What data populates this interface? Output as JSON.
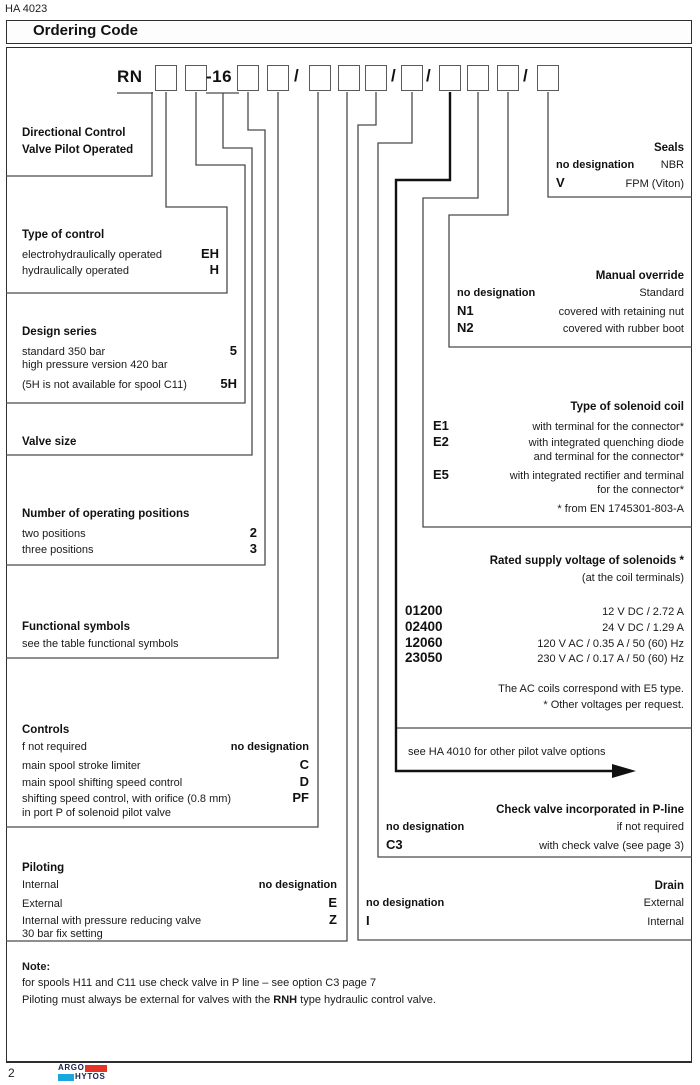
{
  "page": {
    "doc_number": "HA 4023",
    "title": "Ordering Code",
    "page_number": "2",
    "brand": {
      "line1": "ARGO",
      "line2": "HYTOS",
      "red": "#e63329",
      "cyan": "#1aa7e0",
      "text_color": "#16214d"
    }
  },
  "code": {
    "prefix": "RN",
    "size": "-16",
    "sep": "/"
  },
  "left_sections": [
    {
      "title_line1": "Directional Control",
      "title_line2": "Valve Pilot Operated"
    },
    {
      "title": "Type of control",
      "rows": [
        {
          "label": "electrohydraulically operated",
          "code": "EH"
        },
        {
          "label": "hydraulically operated",
          "code": "H"
        }
      ]
    },
    {
      "title": "Design series",
      "rows": [
        {
          "label": "standard 350 bar",
          "code": "5"
        },
        {
          "label": "high pressure version 420 bar",
          "code": ""
        },
        {
          "label": "(5H is not available for spool C11)",
          "code": "5H"
        }
      ]
    },
    {
      "title": "Valve size"
    },
    {
      "title": "Number of operating positions",
      "rows": [
        {
          "label": "two positions",
          "code": "2"
        },
        {
          "label": "three positions",
          "code": "3"
        }
      ]
    },
    {
      "title": "Functional symbols",
      "rows": [
        {
          "label": "see the table functional symbols",
          "code": ""
        }
      ]
    },
    {
      "title": "Controls",
      "rows": [
        {
          "label": "f not required",
          "code": "no designation"
        },
        {
          "label": "main spool stroke limiter",
          "code": "C"
        },
        {
          "label": "main spool shifting speed control",
          "code": "D"
        },
        {
          "label": "shifting speed control, with orifice (0.8 mm)",
          "code": "PF"
        },
        {
          "label": "in port P of solenoid pilot valve",
          "code": ""
        }
      ]
    },
    {
      "title": "Piloting",
      "rows": [
        {
          "label": "Internal",
          "code": "no designation"
        },
        {
          "label": "External",
          "code": "E"
        },
        {
          "label": "Internal with pressure reducing valve",
          "code": "Z"
        },
        {
          "label": "30 bar fix setting",
          "code": ""
        }
      ]
    }
  ],
  "right_sections": [
    {
      "title": "Seals",
      "rows": [
        {
          "code": "no designation",
          "desc": "NBR"
        },
        {
          "code": "V",
          "desc": "FPM (Viton)"
        }
      ]
    },
    {
      "title": "Manual override",
      "rows": [
        {
          "code": "no designation",
          "desc": "Standard"
        },
        {
          "code": "N1",
          "desc": "covered with retaining nut"
        },
        {
          "code": "N2",
          "desc": "covered with rubber boot"
        }
      ]
    },
    {
      "title": "Type of solenoid coil",
      "rows": [
        {
          "code": "E1",
          "desc": "with terminal for the connector*"
        },
        {
          "code": "E2",
          "desc": "with integrated quenching diode"
        },
        {
          "code": "",
          "desc": "and terminal for the connector*"
        },
        {
          "code": "E5",
          "desc": "with integrated rectifier and terminal"
        },
        {
          "code": "",
          "desc": "for the connector*"
        }
      ],
      "footnote": "* from EN 1745301-803-A"
    },
    {
      "title": "Rated supply voltage of solenoids *",
      "subtitle": "(at the coil terminals)",
      "rows": [
        {
          "code": "01200",
          "desc": "12 V DC / 2.72 A"
        },
        {
          "code": "02400",
          "desc": "24 V DC / 1.29 A"
        },
        {
          "code": "12060",
          "desc": "120 V AC / 0.35 A / 50 (60) Hz"
        },
        {
          "code": "23050",
          "desc": "230 V AC / 0.17 A / 50 (60) Hz"
        }
      ],
      "note1": "The AC coils correspond with E5 type.",
      "note2": "*  Other voltages per request."
    },
    {
      "title": "Check valve incorporated in P-line",
      "rows": [
        {
          "code": "no designation",
          "desc": "if not required"
        },
        {
          "code": "C3",
          "desc": "with check valve (see page 3)"
        }
      ]
    },
    {
      "title": "Drain",
      "rows": [
        {
          "code": "no designation",
          "desc": "External"
        },
        {
          "code": "I",
          "desc": "Internal"
        }
      ]
    }
  ],
  "pilot_note": {
    "text": "see HA 4010 for other pilot valve options"
  },
  "note": {
    "title": "Note:",
    "line1": "for spools H11 and C11 use check valve in P line – see option C3 page 7",
    "line2_prefix": "Piloting must always be external for valves with the ",
    "line2_bold": "RNH",
    "line2_suffix": " type hydraulic control valve."
  }
}
